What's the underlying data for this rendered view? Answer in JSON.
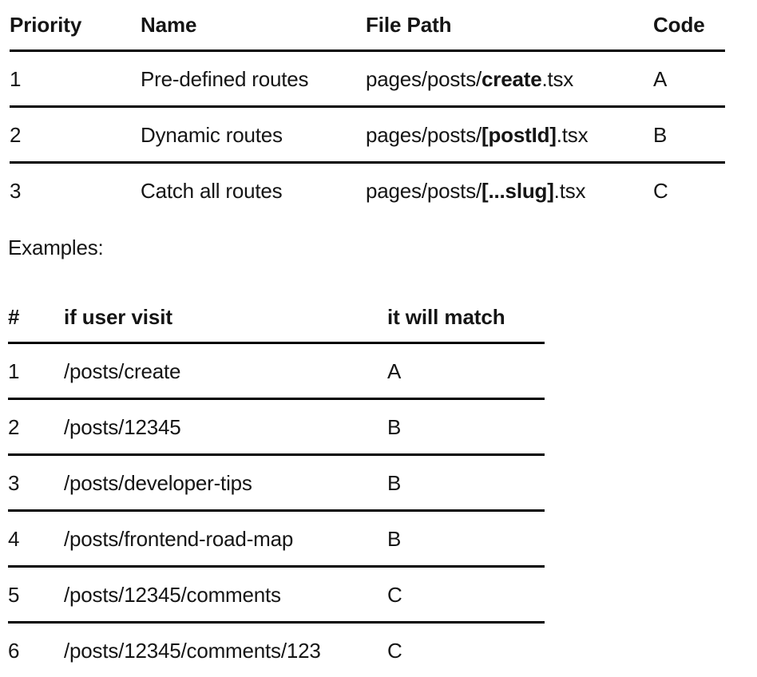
{
  "colors": {
    "text": "#151515",
    "rule": "#000000",
    "background": "#ffffff"
  },
  "routes_table": {
    "headers": {
      "priority": "Priority",
      "name": "Name",
      "file_path": "File Path",
      "code": "Code"
    },
    "rows": [
      {
        "priority": "1",
        "name": "Pre-defined routes",
        "path_prefix": "pages/posts/",
        "path_bold": "create",
        "path_suffix": ".tsx",
        "path_full": "pages/posts/create.tsx",
        "code": "A"
      },
      {
        "priority": "2",
        "name": "Dynamic routes",
        "path_prefix": "pages/posts/",
        "path_bold": "[postId]",
        "path_suffix": ".tsx",
        "path_full": "pages/posts/[postId].tsx",
        "code": "B"
      },
      {
        "priority": "3",
        "name": "Catch all routes",
        "path_prefix": "pages/posts/",
        "path_bold": "[...slug]",
        "path_suffix": ".tsx",
        "path_full": "pages/posts/[...slug].tsx",
        "code": "C"
      }
    ]
  },
  "examples_label": "Examples:",
  "examples_table": {
    "headers": {
      "number": "#",
      "visit": "if user visit",
      "match": "it will match"
    },
    "rows": [
      {
        "number": "1",
        "visit": "/posts/create",
        "match": "A"
      },
      {
        "number": "2",
        "visit": "/posts/12345",
        "match": "B"
      },
      {
        "number": "3",
        "visit": "/posts/developer-tips",
        "match": "B"
      },
      {
        "number": "4",
        "visit": "/posts/frontend-road-map",
        "match": "B"
      },
      {
        "number": "5",
        "visit": "/posts/12345/comments",
        "match": "C"
      },
      {
        "number": "6",
        "visit": "/posts/12345/comments/123",
        "match": "C"
      }
    ]
  }
}
